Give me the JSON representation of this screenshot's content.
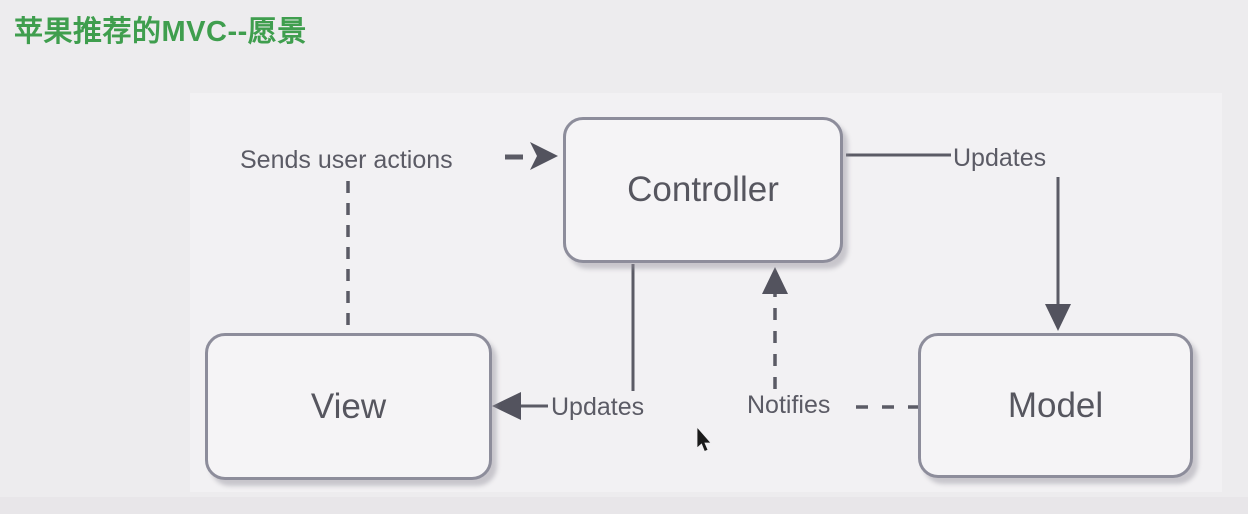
{
  "title": {
    "text": "苹果推荐的MVC--愿景",
    "color": "#3f9e4e"
  },
  "diagram": {
    "nodes": [
      {
        "id": "controller",
        "label": "Controller"
      },
      {
        "id": "view",
        "label": "View"
      },
      {
        "id": "model",
        "label": "Model"
      }
    ],
    "edges": [
      {
        "id": "view-to-controller",
        "label": "Sends user actions",
        "from": "View",
        "to": "Controller",
        "line": "dashed"
      },
      {
        "id": "controller-to-model",
        "label": "Updates",
        "from": "Controller",
        "to": "Model",
        "line": "solid"
      },
      {
        "id": "controller-to-view",
        "label": "Updates",
        "from": "Controller",
        "to": "View",
        "line": "solid"
      },
      {
        "id": "model-to-controller",
        "label": "Notifies",
        "from": "Model",
        "to": "Controller",
        "line": "dashed"
      }
    ],
    "colors": {
      "node_fill": "#f5f4f6",
      "node_border": "#8d8d9b",
      "node_text": "#56565f",
      "line": "#5b5b65"
    }
  }
}
